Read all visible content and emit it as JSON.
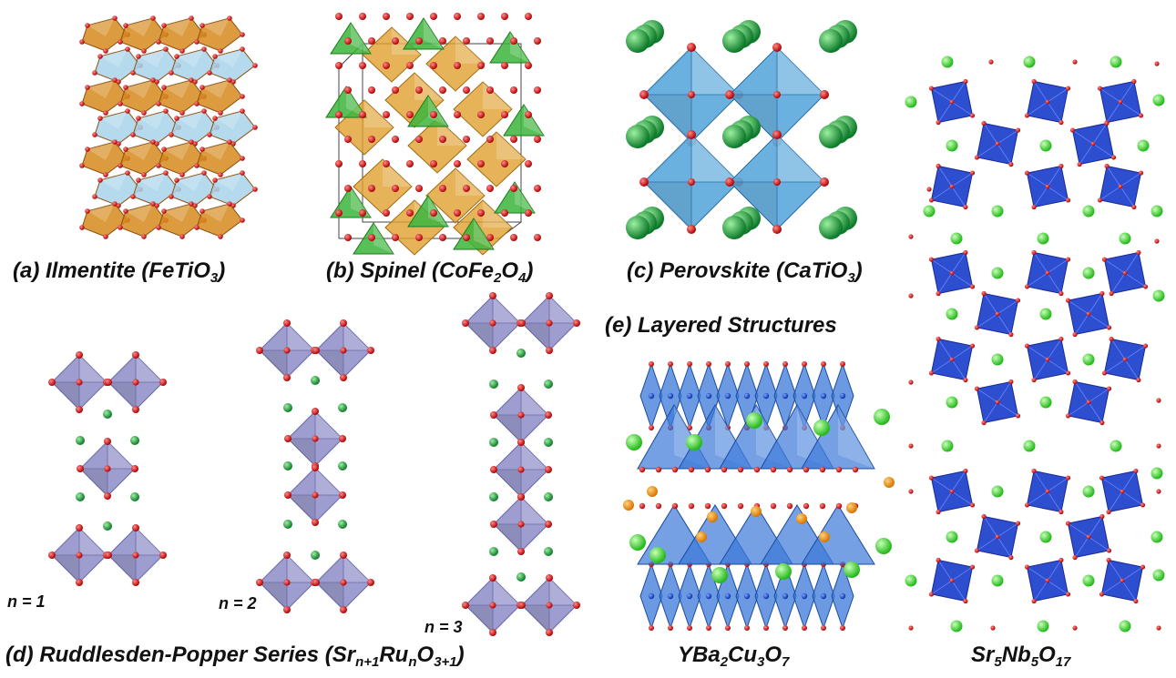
{
  "panels": {
    "a": {
      "prefix": "(a) Ilmentite (",
      "formula": [
        [
          "FeTiO",
          ""
        ],
        [
          "3",
          "sub"
        ]
      ],
      "suffix": ")"
    },
    "b": {
      "prefix": "(b) Spinel (",
      "formula": [
        [
          "CoFe",
          ""
        ],
        [
          "2",
          "sub"
        ],
        [
          "O",
          ""
        ],
        [
          "4",
          "sub"
        ]
      ],
      "suffix": ")"
    },
    "c": {
      "prefix": "(c) Perovskite (",
      "formula": [
        [
          "CaTiO",
          ""
        ],
        [
          "3",
          "sub"
        ]
      ],
      "suffix": ")"
    },
    "d": {
      "prefix": "(d) Ruddlesden-Popper Series (",
      "formula": [
        [
          "Sr",
          ""
        ],
        [
          "n+1",
          "sub"
        ],
        [
          "Ru",
          ""
        ],
        [
          "n",
          "sub"
        ],
        [
          "O",
          ""
        ],
        [
          "3+1",
          "sub"
        ]
      ],
      "suffix": ")"
    },
    "e": {
      "title": "(e) Layered Structures"
    },
    "ybco": {
      "formula": [
        [
          "YBa",
          ""
        ],
        [
          "2",
          "sub"
        ],
        [
          "Cu",
          ""
        ],
        [
          "3",
          "sub"
        ],
        [
          "O",
          ""
        ],
        [
          "7",
          "sub"
        ]
      ]
    },
    "srnb": {
      "formula": [
        [
          "Sr",
          ""
        ],
        [
          "5",
          "sub"
        ],
        [
          "Nb",
          ""
        ],
        [
          "5",
          "sub"
        ],
        [
          "O",
          ""
        ],
        [
          "17",
          "sub"
        ]
      ]
    }
  },
  "rp_labels": {
    "n1": "n = 1",
    "n2": "n = 2",
    "n3": "n = 3"
  },
  "colors": {
    "ilmenite_orange": "#d68a1c",
    "ilmenite_blue": "#a8d4ea",
    "spinel_green": "#3cb43c",
    "spinel_orange": "#e0a030",
    "perovskite_blue": "#5aa8dc",
    "rp_lavender": "#8c8cc8",
    "layered_blue": "#2244cc",
    "ybco_blue": "#3a78d8",
    "oxygen_red": "#d01010",
    "cation_green": "#1e8c3c",
    "bright_green": "#22cc22",
    "ybco_orange": "#f08c10"
  }
}
